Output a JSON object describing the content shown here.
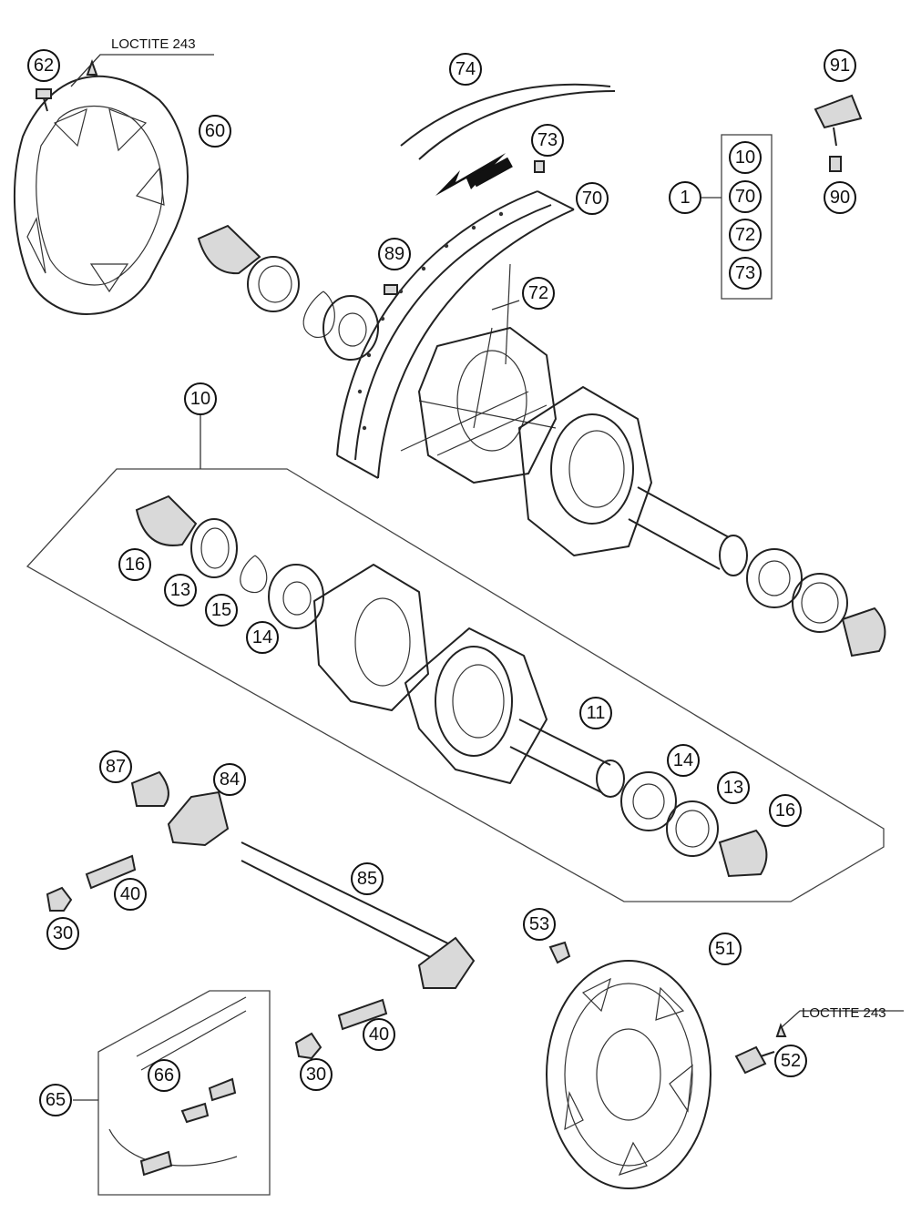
{
  "notes": [
    "LOCTITE 243",
    "LOCTITE 243"
  ],
  "callouts": [
    {
      "id": "c62",
      "label": "62"
    },
    {
      "id": "c60",
      "label": "60"
    },
    {
      "id": "c74",
      "label": "74"
    },
    {
      "id": "c73a",
      "label": "73"
    },
    {
      "id": "c70a",
      "label": "70"
    },
    {
      "id": "c89",
      "label": "89"
    },
    {
      "id": "c72a",
      "label": "72"
    },
    {
      "id": "c91",
      "label": "91"
    },
    {
      "id": "c90",
      "label": "90"
    },
    {
      "id": "c1",
      "label": "1"
    },
    {
      "id": "c10a",
      "label": "10"
    },
    {
      "id": "c70b",
      "label": "70"
    },
    {
      "id": "c72b",
      "label": "72"
    },
    {
      "id": "c73b",
      "label": "73"
    },
    {
      "id": "c10b",
      "label": "10"
    },
    {
      "id": "c16a",
      "label": "16"
    },
    {
      "id": "c13a",
      "label": "13"
    },
    {
      "id": "c15",
      "label": "15"
    },
    {
      "id": "c14a",
      "label": "14"
    },
    {
      "id": "c11",
      "label": "11"
    },
    {
      "id": "c14b",
      "label": "14"
    },
    {
      "id": "c13b",
      "label": "13"
    },
    {
      "id": "c16b",
      "label": "16"
    },
    {
      "id": "c87",
      "label": "87"
    },
    {
      "id": "c84",
      "label": "84"
    },
    {
      "id": "c40a",
      "label": "40"
    },
    {
      "id": "c30a",
      "label": "30"
    },
    {
      "id": "c85",
      "label": "85"
    },
    {
      "id": "c53",
      "label": "53"
    },
    {
      "id": "c51",
      "label": "51"
    },
    {
      "id": "c40b",
      "label": "40"
    },
    {
      "id": "c30b",
      "label": "30"
    },
    {
      "id": "c52",
      "label": "52"
    },
    {
      "id": "c65",
      "label": "65"
    },
    {
      "id": "c66",
      "label": "66"
    }
  ]
}
